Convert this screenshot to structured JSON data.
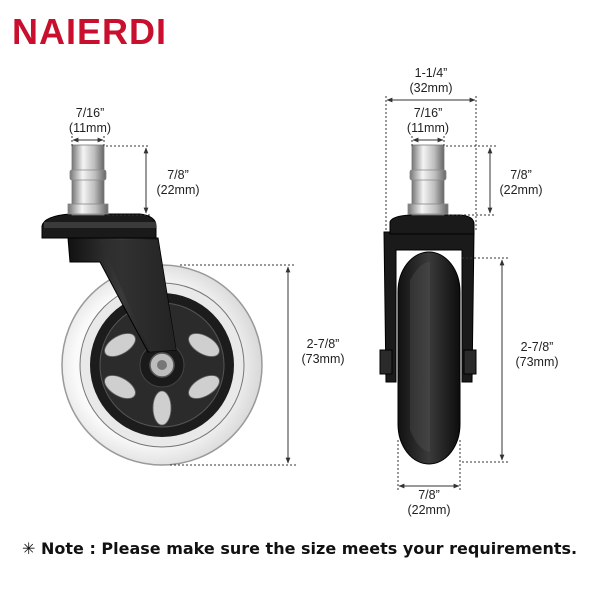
{
  "brand": {
    "name": "NAIERDI",
    "color": "#c8102e"
  },
  "side_view": {
    "stem_diameter": {
      "imperial": "7/16”",
      "metric": "(11mm)"
    },
    "stem_height": {
      "imperial": "7/8”",
      "metric": "(22mm)"
    },
    "wheel_diameter": {
      "imperial": "2-7/8”",
      "metric": "(73mm)"
    }
  },
  "front_view": {
    "overall_width": {
      "imperial": "1-1/4”",
      "metric": "(32mm)"
    },
    "stem_diameter": {
      "imperial": "7/16”",
      "metric": "(11mm)"
    },
    "stem_height": {
      "imperial": "7/8”",
      "metric": "(22mm)"
    },
    "wheel_diameter": {
      "imperial": "2-7/8”",
      "metric": "(73mm)"
    },
    "wheel_width": {
      "imperial": "7/8”",
      "metric": "(22mm)"
    }
  },
  "note": {
    "symbol": "✳",
    "text": "Note : Please make sure the size meets your requirements."
  }
}
